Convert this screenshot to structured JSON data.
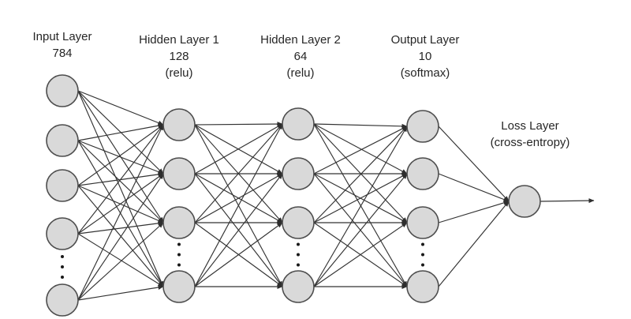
{
  "diagram": {
    "layers": [
      {
        "label": "Input Layer",
        "size": "784",
        "activation": "",
        "visible_nodes": 5,
        "ellipsis": true
      },
      {
        "label": "Hidden Layer 1",
        "size": "128",
        "activation": "(relu)",
        "visible_nodes": 4,
        "ellipsis": true
      },
      {
        "label": "Hidden Layer 2",
        "size": "64",
        "activation": "(relu)",
        "visible_nodes": 4,
        "ellipsis": true
      },
      {
        "label": "Output Layer",
        "size": "10",
        "activation": "(softmax)",
        "visible_nodes": 4,
        "ellipsis": true
      }
    ],
    "loss_layer": {
      "label": "Loss Layer",
      "detail": "(cross-entropy)",
      "visible_nodes": 1
    },
    "colors": {
      "background": "#ffffff",
      "node_fill": "#d9d9d9",
      "node_stroke": "#4d4d4d",
      "edge": "#333333",
      "ellipsis_dot": "#1a1a1a",
      "text": "#262626"
    }
  }
}
